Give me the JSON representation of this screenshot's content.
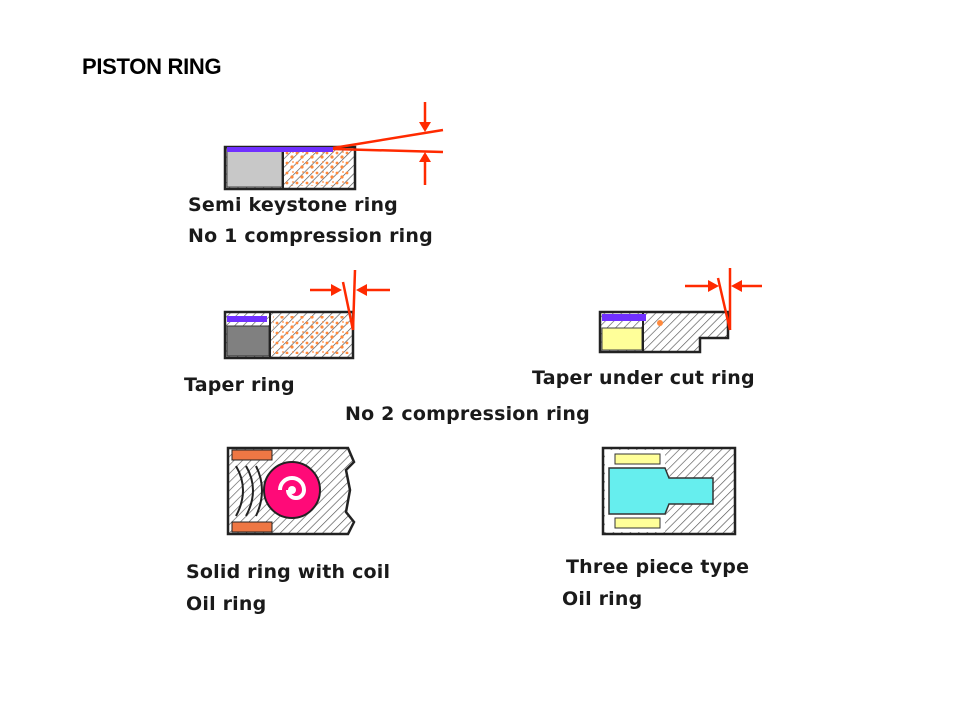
{
  "page": {
    "title": "PISTON RING"
  },
  "diagram": {
    "rings": [
      {
        "id": "semi-keystone",
        "name": "Semi keystone ring",
        "group": "No 1 compression ring"
      },
      {
        "id": "taper",
        "name": "Taper ring",
        "group": "No 2 compression ring"
      },
      {
        "id": "taper-under-cut",
        "name": "Taper under cut ring",
        "group": "No 2 compression ring"
      },
      {
        "id": "solid-coil",
        "name": "Solid ring with coil",
        "group": "Oil ring"
      },
      {
        "id": "three-piece",
        "name": "Three piece type",
        "group": "Oil ring"
      }
    ],
    "group_labels": {
      "no1": "No 1 compression ring",
      "no2": "No 2 compression ring",
      "oil_left": "Oil ring",
      "oil_right": "Oil ring"
    },
    "colors": {
      "arrow": "#ff2a00",
      "accent_stripe": "#7030ff",
      "speckle": "#ff8a3d",
      "gray_block": "#c8c8c8",
      "dark_gray_block": "#808080",
      "yellow_block": "#ffff99",
      "coil": "#ff0a78",
      "oil_rail": "#ee7744",
      "spacer": "#66eeee"
    }
  }
}
